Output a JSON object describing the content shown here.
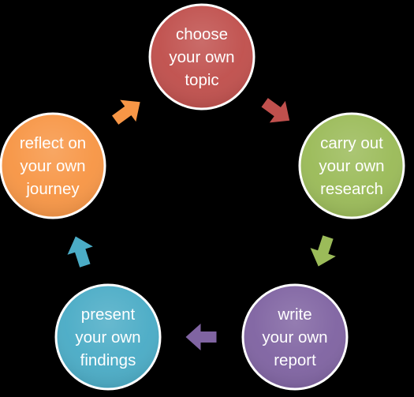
{
  "diagram": {
    "type": "cycle",
    "steps": [
      {
        "lines": [
          "choose",
          "your own",
          "topic"
        ],
        "color": "#C0504D"
      },
      {
        "lines": [
          "carry out",
          "your own",
          "research"
        ],
        "color": "#9BBB59"
      },
      {
        "lines": [
          "write",
          "your own",
          "report"
        ],
        "color": "#8064A2"
      },
      {
        "lines": [
          "present",
          "your own",
          "findings"
        ],
        "color": "#4BACC6"
      },
      {
        "lines": [
          "reflect on",
          "your own",
          "journey"
        ],
        "color": "#F79646"
      }
    ],
    "arrow_icon": "chevron-arrow"
  }
}
